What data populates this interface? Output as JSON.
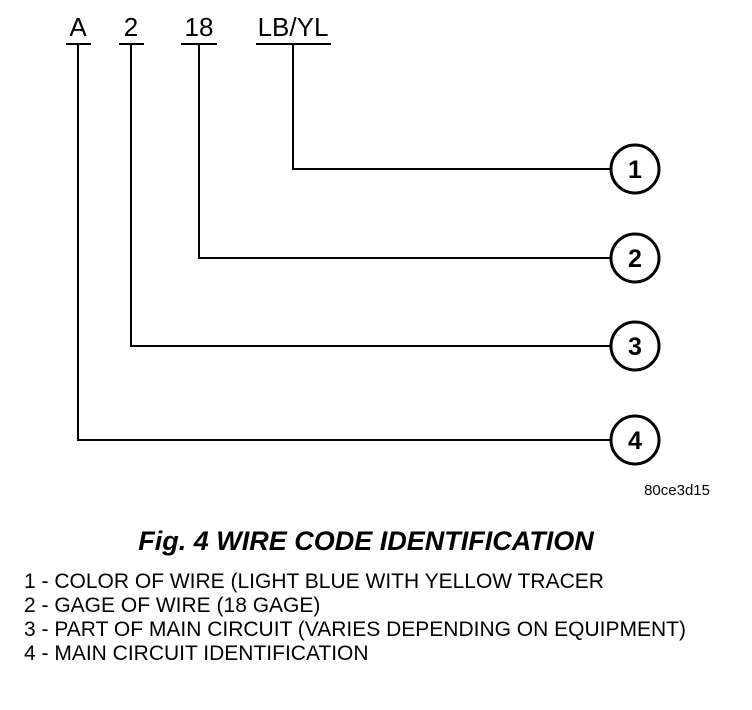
{
  "wire_code": {
    "segments": [
      "A",
      "2",
      "18",
      "LB/YL"
    ]
  },
  "callouts": [
    "1",
    "2",
    "3",
    "4"
  ],
  "reference_id": "80ce3d15",
  "figure_title": "Fig. 4 WIRE CODE IDENTIFICATION",
  "legend": [
    "1 - COLOR OF WIRE (LIGHT BLUE WITH YELLOW TRACER",
    "2 - GAGE OF WIRE (18 GAGE)",
    "3 - PART OF MAIN CIRCUIT (VARIES DEPENDING ON EQUIPMENT)",
    "4 - MAIN CIRCUIT IDENTIFICATION"
  ],
  "colors": {
    "line": "#000000",
    "background": "#ffffff"
  }
}
